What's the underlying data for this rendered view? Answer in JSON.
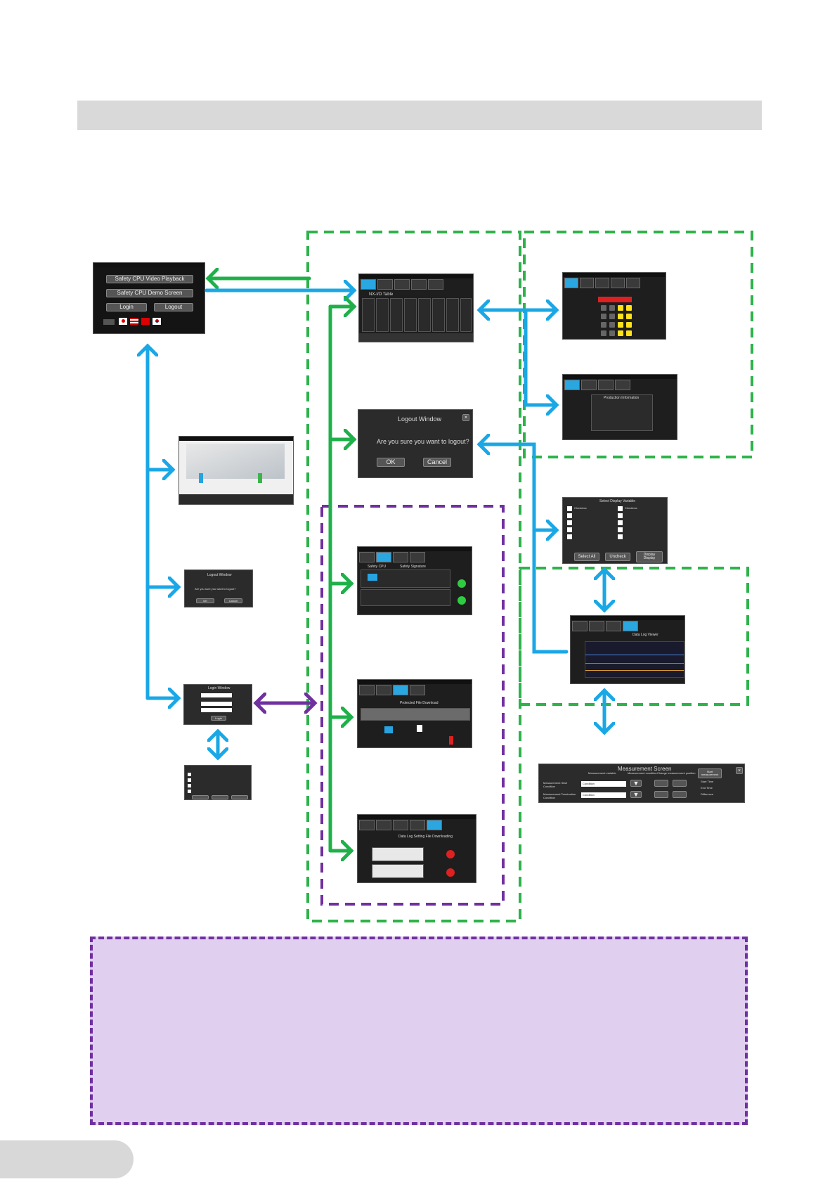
{
  "colors": {
    "blue_arrow": "#1aa7e6",
    "green_arrow": "#1fb04a",
    "purple_arrow": "#7030a0",
    "green_frame": "#2db34a",
    "purple_frame": "#7030a0",
    "note_fill": "#e1cff0",
    "header_band": "#d9d9d9",
    "screen_bg": "#1e1e1e",
    "tab_active": "#2aa6e0"
  },
  "home_screen": {
    "buttons": [
      "Safety CPU Video Playback",
      "Safety CPU Demo Screen",
      "Login",
      "Logout"
    ],
    "flag_icons": [
      "japan-flag-icon",
      "usa-flag-icon",
      "china-flag-icon",
      "korea-flag-icon"
    ]
  },
  "logout_window": {
    "title": "Logout Window",
    "message": "Are you sure you want to logout?",
    "ok": "OK",
    "cancel": "Cancel"
  },
  "select_display_variable": {
    "title": "Select Display Variable",
    "checkbox_label": "Checkbox",
    "select_all": "Select All",
    "uncheck": "Uncheck",
    "display": "Display\nDisplay"
  },
  "production_information": {
    "title": "Production Information"
  },
  "measurement_screen": {
    "title": "Measurement Screen",
    "columns": [
      "Measurement variable",
      "Measurement condition",
      "Change measurement position"
    ],
    "start_button": "Start\nmeasurement",
    "rows": [
      {
        "label": "Measurement Start Condition",
        "value": "Condition"
      },
      {
        "label": "Measurement Termination Condition",
        "value": "Condition"
      }
    ],
    "right_labels": [
      "Start Time",
      "End Time",
      "Difference"
    ]
  },
  "login_window": {
    "title": "Login Window",
    "login_button": "Login"
  },
  "screens": {
    "unit_table": {
      "title": "NX-I/O Table"
    },
    "safety_signature": {
      "title": "Safety Signature",
      "header": "Safety CPU"
    },
    "protected_download": {
      "title": "Protected File Download"
    },
    "data_log": {
      "title": "Data Log Setting File Downloading"
    },
    "data_log_viewer": {
      "title": "Data Log Viewer"
    }
  }
}
